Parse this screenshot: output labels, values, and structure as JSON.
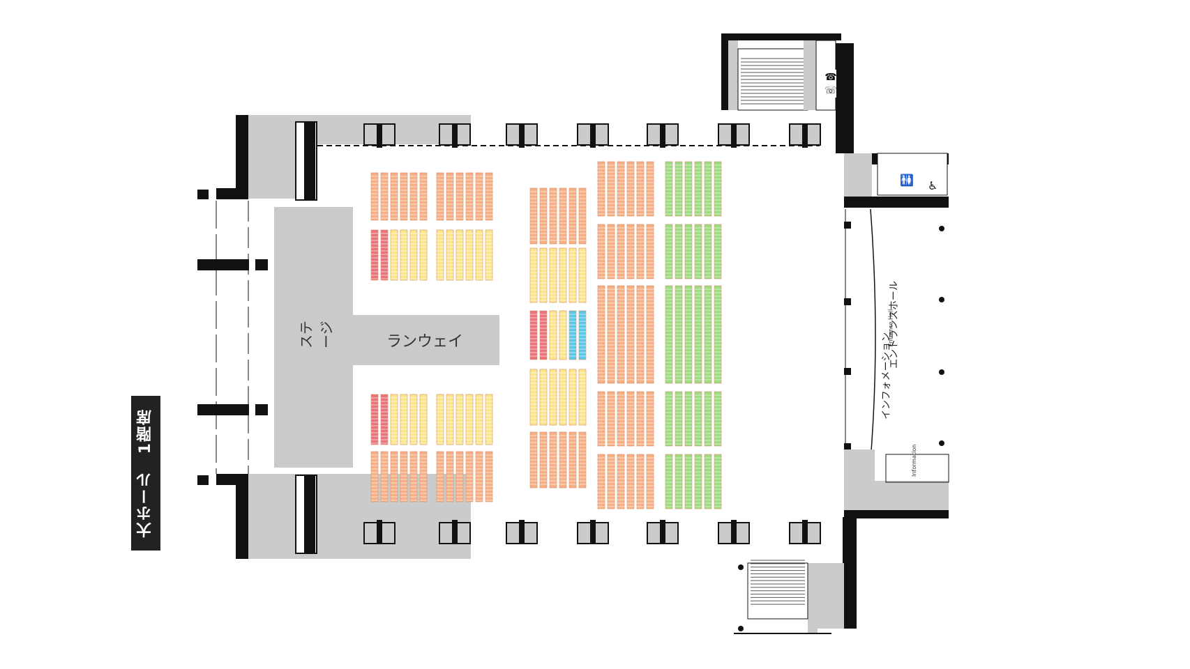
{
  "title": "大ホール　1階席",
  "labels": {
    "stage": "ステージ",
    "runway": "ランウェイ",
    "entrance_hall_jp": "エントランスホール",
    "entrance_hall_en": "Entrance Hall",
    "information_jp": "インフォメーション",
    "information_en": "Information"
  },
  "icons": [
    "phone-icon",
    "restroom-icon",
    "accessible-restroom-icon"
  ],
  "seat_colors": {
    "red": "#e8747c",
    "orange": "#f6b088",
    "yellow": "#fbe58e",
    "green": "#9ddc84",
    "blue": "#5ac8e8"
  },
  "colors": {
    "wall": "#111111",
    "floor": "#c9cbcd",
    "stage": "#c8cacc"
  }
}
